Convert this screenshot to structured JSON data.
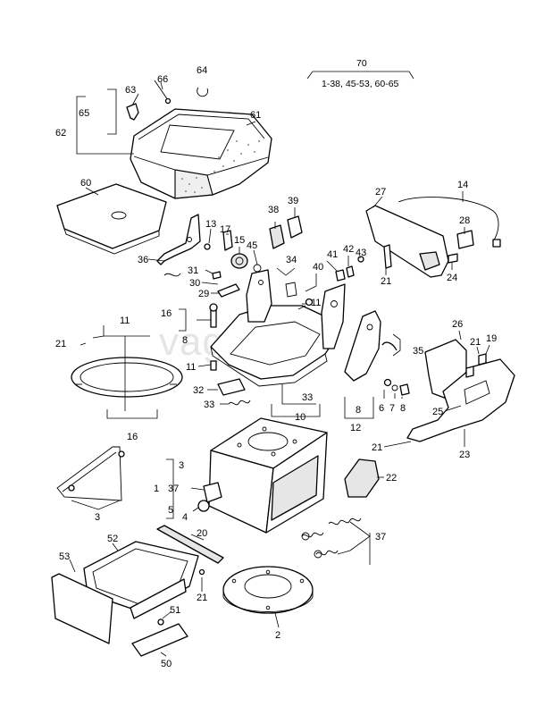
{
  "watermark": "vagtec.ru",
  "assembly": {
    "number": "70",
    "covers": "1-38, 45-53, 60-65"
  },
  "callouts": [
    "64",
    "66",
    "63",
    "65",
    "62",
    "61",
    "60",
    "39",
    "38",
    "13",
    "17",
    "15",
    "45",
    "36",
    "31",
    "30",
    "29",
    "34",
    "40",
    "41",
    "42",
    "43",
    "27",
    "14",
    "28",
    "24",
    "21",
    "11",
    "16",
    "8",
    "21",
    "11",
    "32",
    "33",
    "11",
    "33",
    "10",
    "35",
    "8",
    "12",
    "6",
    "7",
    "8",
    "26",
    "21",
    "19",
    "25",
    "21",
    "23",
    "22",
    "3",
    "1",
    "37",
    "5",
    "4",
    "3",
    "16",
    "20",
    "21",
    "37",
    "53",
    "52",
    "51",
    "50",
    "2"
  ],
  "colors": {
    "line": "#000000",
    "fill": "#ffffff",
    "shade": "#e6e6e6",
    "watermark": "#cfcfcf"
  }
}
